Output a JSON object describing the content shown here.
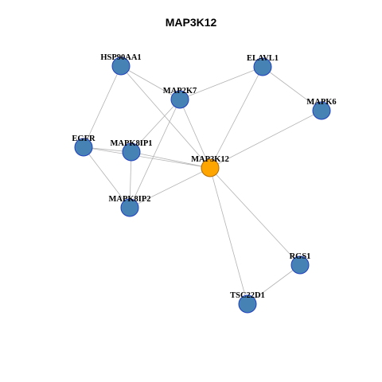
{
  "title": "MAP3K12",
  "colors": {
    "node": "#4682b4",
    "node_stroke": "#1f3fbf",
    "focus": "#ffa500",
    "focus_stroke": "#b36b00",
    "edge": "#b3b3b3"
  },
  "network": {
    "nodes": [
      {
        "id": "HSP90AA1",
        "label": "HSP90AA1",
        "focus": false
      },
      {
        "id": "ELAVL1",
        "label": "ELAVL1",
        "focus": false
      },
      {
        "id": "MAP2K7",
        "label": "MAP2K7",
        "focus": false
      },
      {
        "id": "MAPK6",
        "label": "MAPK6",
        "focus": false
      },
      {
        "id": "EGFR",
        "label": "EGFR",
        "focus": false
      },
      {
        "id": "MAPK8IP1",
        "label": "MAPK8IP1",
        "focus": false
      },
      {
        "id": "MAP3K12",
        "label": "MAP3K12",
        "focus": true
      },
      {
        "id": "MAPK8IP2",
        "label": "MAPK8IP2",
        "focus": false
      },
      {
        "id": "RGS1",
        "label": "RGS1",
        "focus": false
      },
      {
        "id": "TSC22D1",
        "label": "TSC22D1",
        "focus": false
      }
    ],
    "edges": [
      [
        "HSP90AA1",
        "MAP2K7"
      ],
      [
        "HSP90AA1",
        "EGFR"
      ],
      [
        "HSP90AA1",
        "MAP3K12"
      ],
      [
        "MAP2K7",
        "ELAVL1"
      ],
      [
        "MAP2K7",
        "MAPK8IP1"
      ],
      [
        "MAP2K7",
        "MAPK8IP2"
      ],
      [
        "MAP2K7",
        "MAP3K12"
      ],
      [
        "ELAVL1",
        "MAPK6"
      ],
      [
        "ELAVL1",
        "MAP3K12"
      ],
      [
        "MAPK6",
        "MAP3K12"
      ],
      [
        "EGFR",
        "MAPK8IP1"
      ],
      [
        "EGFR",
        "MAP3K12"
      ],
      [
        "EGFR",
        "MAPK8IP2"
      ],
      [
        "MAPK8IP1",
        "MAP3K12"
      ],
      [
        "MAPK8IP1",
        "MAPK8IP2"
      ],
      [
        "MAPK8IP2",
        "MAP3K12"
      ],
      [
        "MAP3K12",
        "RGS1"
      ],
      [
        "MAP3K12",
        "TSC22D1"
      ],
      [
        "RGS1",
        "TSC22D1"
      ]
    ]
  }
}
